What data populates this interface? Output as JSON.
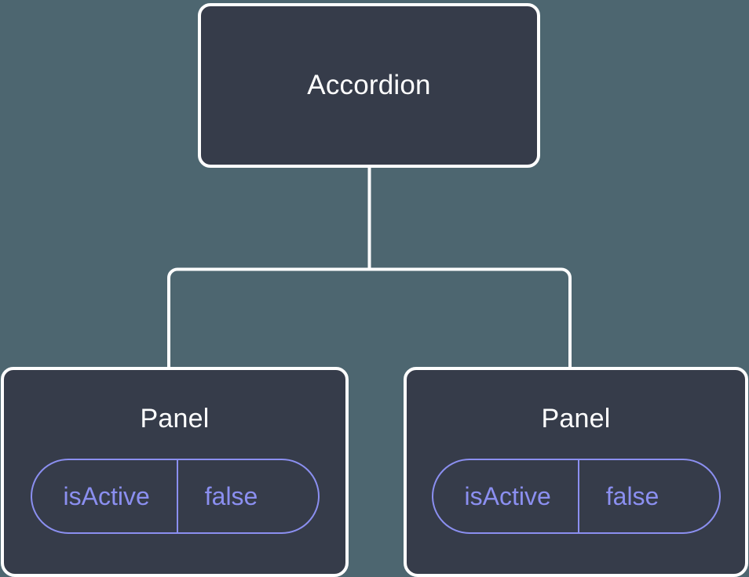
{
  "diagram": {
    "type": "component-tree",
    "background_color": "#4d6670",
    "node_fill_color": "#363c4a",
    "node_border_color": "#ffffff",
    "connector_color": "#ffffff",
    "prop_accent_color": "#8b8ff0",
    "root": {
      "title": "Accordion"
    },
    "children": [
      {
        "title": "Panel",
        "props": [
          {
            "key": "isActive",
            "value": "false"
          }
        ]
      },
      {
        "title": "Panel",
        "props": [
          {
            "key": "isActive",
            "value": "false"
          }
        ]
      }
    ]
  }
}
